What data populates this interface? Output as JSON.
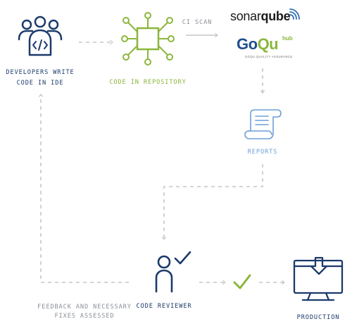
{
  "nodes": {
    "developers": {
      "label_line1": "DEVELOPERS WRITE",
      "label_line2": "CODE IN IDE",
      "icon": "developers-group-icon"
    },
    "repository": {
      "label": "CODE IN REPOSITORY",
      "icon": "chip-icon"
    },
    "scanners": {
      "sonarqube": {
        "part1": "sonar",
        "part2": "qube",
        "icon": "signal-waves-icon"
      },
      "goqu": {
        "part1": "Go",
        "part2": "Qu",
        "hub": "hub",
        "tagline": "GOQU QUALITY ASSURANCE"
      }
    },
    "reports": {
      "label": "REPORTS",
      "icon": "scroll-icon"
    },
    "reviewer": {
      "label": "CODE REVIEWER",
      "icon": "person-check-icon"
    },
    "production": {
      "label": "PRODUCTION",
      "icon": "monitor-download-icon"
    }
  },
  "edges": {
    "ci_scan": {
      "label": "CI SCAN"
    },
    "feedback": {
      "label_line1": "FEEDBACK AND NECESSARY",
      "label_line2": "FIXES ASSESSED"
    },
    "approval": {
      "icon": "checkmark-icon"
    }
  },
  "colors": {
    "navy": "#1b3a6b",
    "green": "#8cb63c",
    "light_blue": "#6d9fd6",
    "gray": "#9a9ea3",
    "arrow_gray": "#c6c6c6"
  }
}
